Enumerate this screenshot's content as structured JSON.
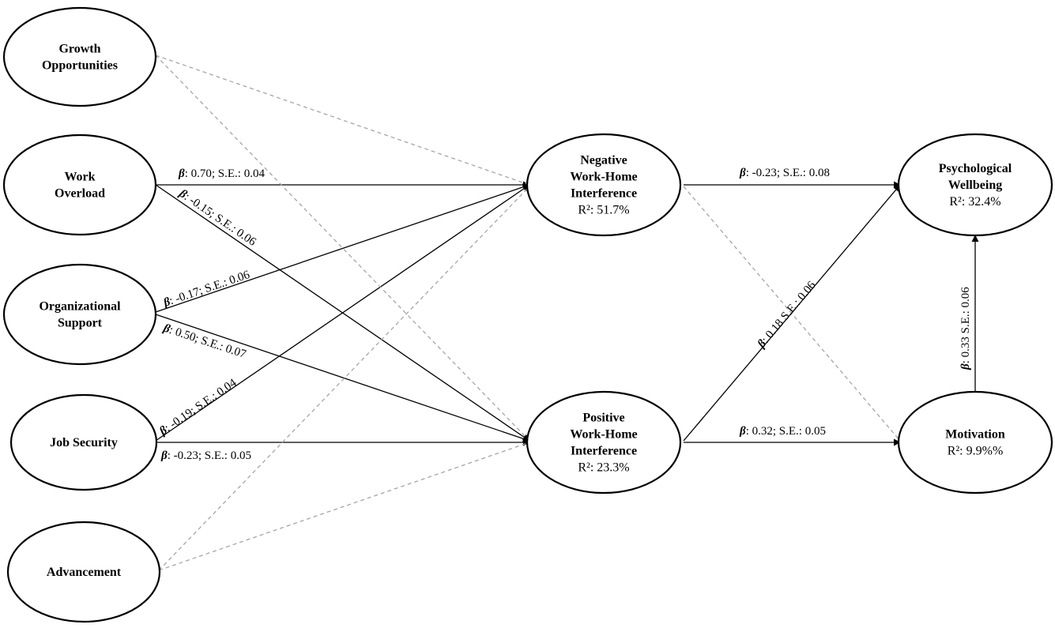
{
  "nodes": [
    {
      "id": "growth",
      "lines": [
        "Growth",
        "Opportunities"
      ]
    },
    {
      "id": "overload",
      "lines": [
        "Work",
        "Overload"
      ]
    },
    {
      "id": "support",
      "lines": [
        "Organizational",
        "Support"
      ]
    },
    {
      "id": "security",
      "lines": [
        "Job Security"
      ]
    },
    {
      "id": "advancement",
      "lines": [
        "Advancement"
      ]
    },
    {
      "id": "nwhi",
      "lines": [
        "Negative",
        "Work-Home",
        "Interference"
      ],
      "r2": "51.7%"
    },
    {
      "id": "pwhi",
      "lines": [
        "Positive",
        "Work-Home",
        "Interference"
      ],
      "r2": "23.3%"
    },
    {
      "id": "wellbeing",
      "lines": [
        "Psychological",
        "Wellbeing"
      ],
      "r2": "32.4%"
    },
    {
      "id": "motivation",
      "lines": [
        "Motivation"
      ],
      "r2": "9.9%%"
    }
  ],
  "r2_prefix": "R²: ",
  "beta_symbol": "β",
  "edges": [
    {
      "from": "overload",
      "to": "nwhi",
      "style": "solid",
      "label": ": 0.70; S.E.: 0.04"
    },
    {
      "from": "overload",
      "to": "pwhi",
      "style": "solid",
      "label": ": -0.15; S.E.: 0.06"
    },
    {
      "from": "support",
      "to": "nwhi",
      "style": "solid",
      "label": ": -0.17; S.E.: 0.06"
    },
    {
      "from": "support",
      "to": "pwhi",
      "style": "solid",
      "label": ": 0.50; S.E.: 0.07"
    },
    {
      "from": "security",
      "to": "nwhi",
      "style": "solid",
      "label": ": -0.19; S.E.: 0.04"
    },
    {
      "from": "security",
      "to": "pwhi",
      "style": "solid",
      "label": ": -0.23; S.E.: 0.05"
    },
    {
      "from": "growth",
      "to": "nwhi",
      "style": "dashed",
      "label": ""
    },
    {
      "from": "growth",
      "to": "pwhi",
      "style": "dashed",
      "label": ""
    },
    {
      "from": "advancement",
      "to": "nwhi",
      "style": "dashed",
      "label": ""
    },
    {
      "from": "advancement",
      "to": "pwhi",
      "style": "dashed",
      "label": ""
    },
    {
      "from": "nwhi",
      "to": "wellbeing",
      "style": "solid",
      "label": ": -0.23; S.E.: 0.08"
    },
    {
      "from": "nwhi",
      "to": "motivation",
      "style": "dashed",
      "label": ""
    },
    {
      "from": "pwhi",
      "to": "wellbeing",
      "style": "solid",
      "label": ": 0.18 S.E.: 0.06"
    },
    {
      "from": "pwhi",
      "to": "motivation",
      "style": "solid",
      "label": ": 0.32; S.E.: 0.05"
    },
    {
      "from": "motivation",
      "to": "wellbeing",
      "style": "solid",
      "label": ": 0.33 S.E.: 0.06"
    }
  ]
}
